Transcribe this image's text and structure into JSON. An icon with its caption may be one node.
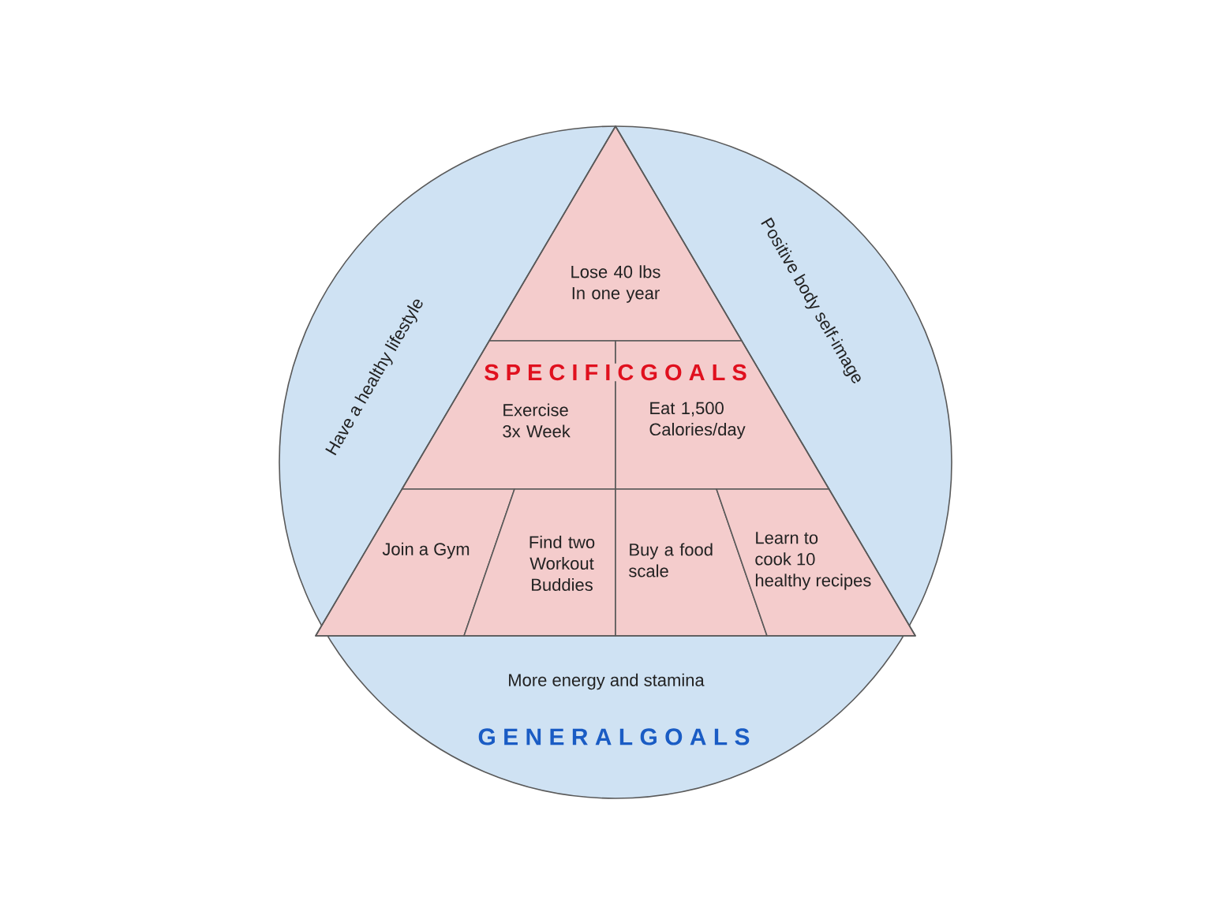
{
  "diagram": {
    "nodes": [
      {
        "text": [
          "Have a healthy lifestyle",
          "Positive body self-image",
          "More energy and stamina",
          "G E N E R A L G O A L S"
        ]
      },
      {
        "text": [],
        "shape": "triangle",
        "in": 0
      },
      {
        "text": [
          "Lose 40 lbs In one year"
        ],
        "in": 1
      },
      {
        "text": [
          "Exercise 3x Week"
        ],
        "in": 1
      },
      {
        "text": [
          "Eat 1,500 Calories/day"
        ],
        "in": 1
      },
      {
        "text": [
          "Join a Gym"
        ],
        "in": 1
      },
      {
        "text": [
          "Find two Workout Buddies"
        ],
        "in": 1
      },
      {
        "text": [
          "Buy a food scale"
        ],
        "in": 1
      },
      {
        "text": [
          "Learn to cook 10 healthy recipes"
        ],
        "in": 1
      }
    ],
    "labels": [
      "S P E C I F I C G O A L S"
    ]
  }
}
